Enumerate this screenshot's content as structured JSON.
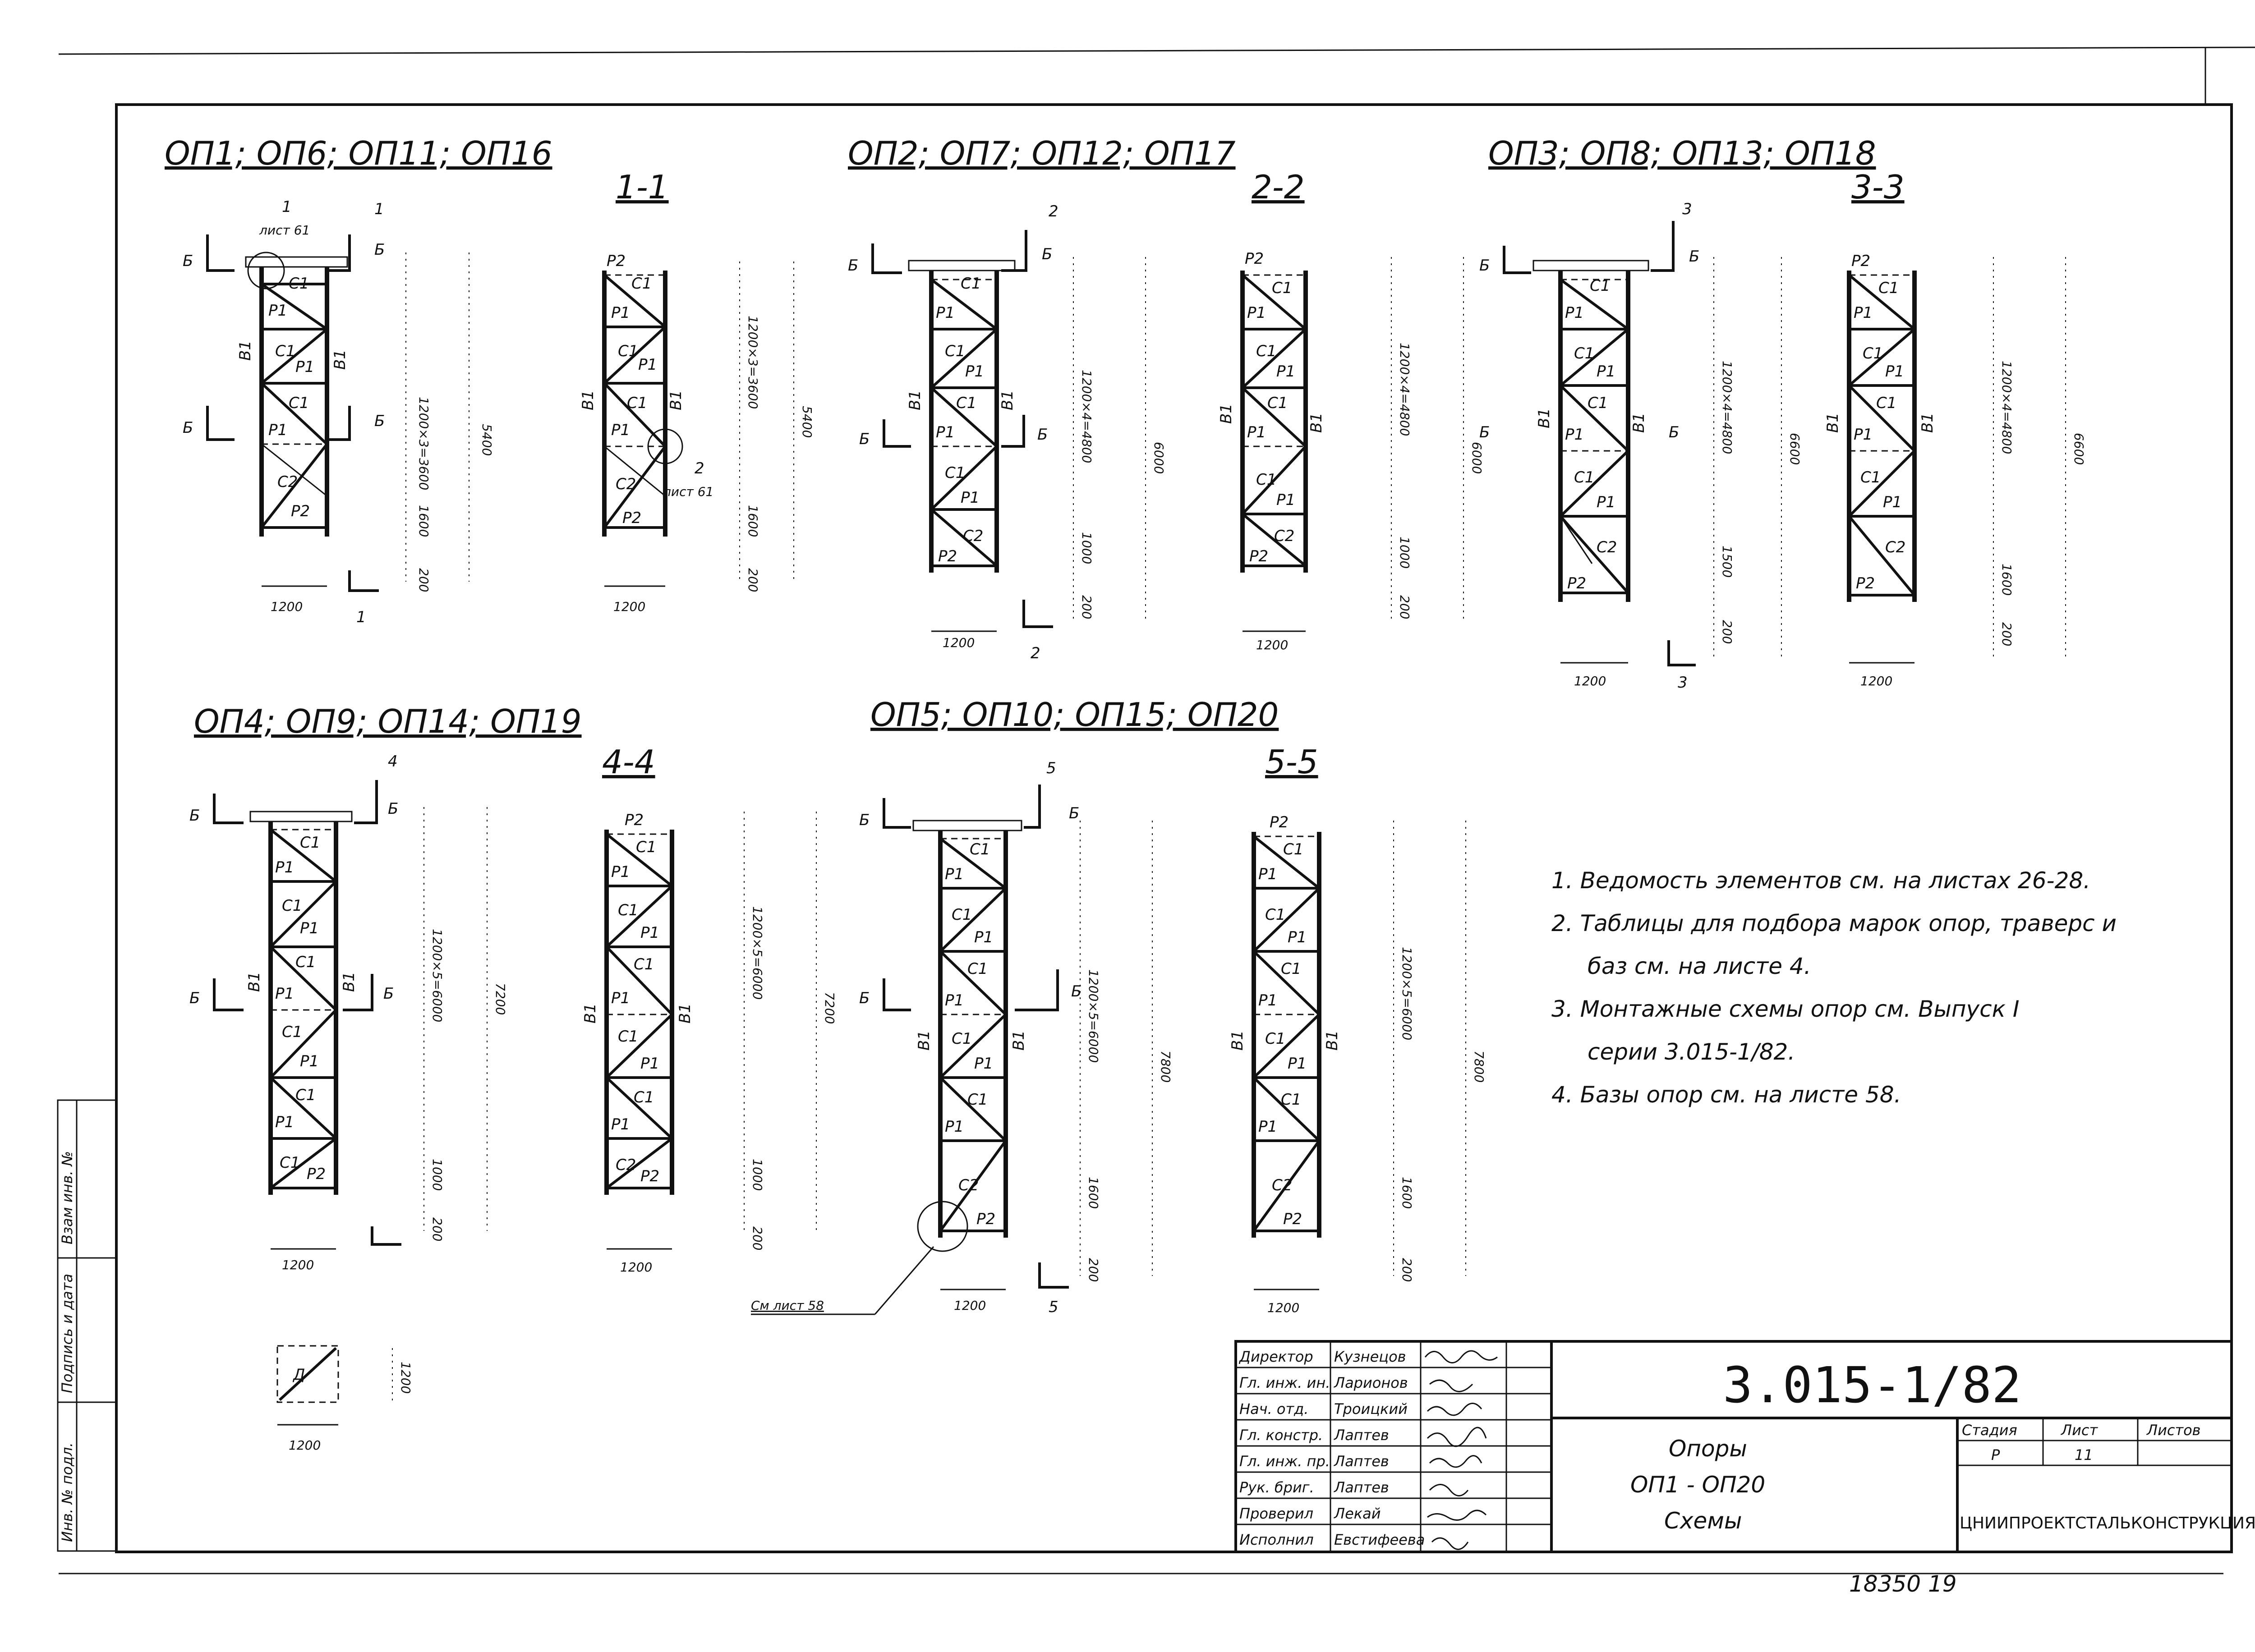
{
  "drawing": {
    "code": "3.015-1/82",
    "sheet_number": "18350 19",
    "titles": {
      "group1": "ОП1; ОП6; ОП11; ОП16",
      "section1": "1-1",
      "group2": "ОП2; ОП7; ОП12; ОП17",
      "section2": "2-2",
      "group3": "ОП3; ОП8; ОП13; ОП18",
      "section3": "3-3",
      "group4": "ОП4; ОП9; ОП14; ОП19",
      "section4": "4-4",
      "group5": "ОП5; ОП10; ОП15; ОП20",
      "section5": "5-5"
    },
    "labels": {
      "c1": "C1",
      "c2": "C2",
      "p1": "P1",
      "p2": "P2",
      "v1": "B1",
      "b": "Б",
      "list61": "лист 61",
      "list61b": "лист 61",
      "sm_list58": "См лист 58",
      "n1": "1",
      "n2": "2",
      "n3": "3",
      "n4": "4",
      "n5": "5",
      "d": "Д"
    },
    "dims": {
      "w1200": "1200",
      "d200": "200",
      "d1000": "1000",
      "d1500": "1500",
      "d1600": "1600",
      "g1_panels": "1200×3=3600",
      "g1_total": "5400",
      "g2_panels": "1200×4=4800",
      "g2_total": "6000",
      "g3_panels": "1200×4=4800",
      "g3_total": "6600",
      "g4_panels": "1200×5=6000",
      "g4_total": "7200",
      "g5_panels": "1200×5=6000",
      "g5_total": "7800"
    },
    "notes": [
      "1.  Ведомость  элементов см. на листах 26-28.",
      "2.  Таблицы для подбора марок опор, траверс и",
      "баз  см. на листе 4.",
      "3.  Монтажные  схемы  опор  см. Выпуск I",
      "серии  3.015-1/82.",
      "4.  Базы   опор   см.  на  листе 58."
    ],
    "side_stamp": [
      "Взам инв. №",
      "Подпись и дата",
      "Инв. № подл."
    ],
    "title_block": {
      "roles": [
        "Директор",
        "Гл. инж. ин.",
        "Нач. отд.",
        "Гл. констр.",
        "Гл. инж. пр.",
        "Рук. бриг.",
        "Проверил",
        "Исполнил"
      ],
      "names": [
        "Кузнецов",
        "Ларионов",
        "Троицкий",
        "Лаптев",
        "Лаптев",
        "Лаптев",
        "Лекай",
        "Евстифеева"
      ],
      "object_name": [
        "Опоры",
        "ОП1 - ОП20",
        "Схемы"
      ],
      "stage_label": "Стадия",
      "sheet_label": "Лист",
      "sheets_label": "Листов",
      "stage": "Р",
      "sheet": "11",
      "organization": "ЦНИИПРОЕКТСТАЛЬКОНСТРУКЦИЯ"
    }
  }
}
